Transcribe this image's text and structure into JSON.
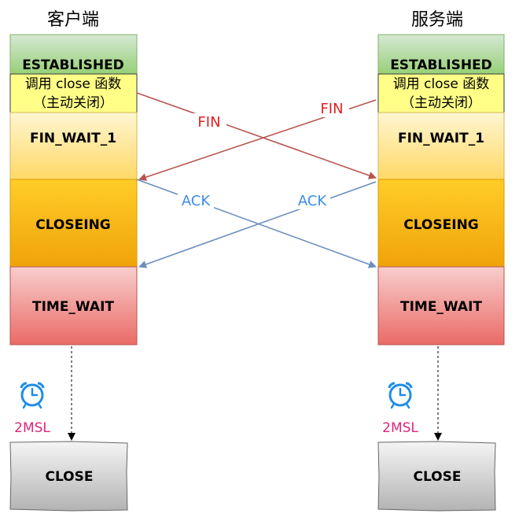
{
  "headers": {
    "client": "客户端",
    "server": "服务端"
  },
  "client": {
    "established": "ESTABLISHED",
    "call_close_line1": "调用 close 函数",
    "call_close_line2": "（主动关闭）",
    "fin_wait_1": "FIN_WAIT_1",
    "closing": "CLOSEING",
    "time_wait": "TIME_WAIT",
    "timer": "2MSL",
    "close": "CLOSE"
  },
  "server": {
    "established": "ESTABLISHED",
    "call_close_line1": "调用 close 函数",
    "call_close_line2": "（主动关闭）",
    "fin_wait_1": "FIN_WAIT_1",
    "closing": "CLOSEING",
    "time_wait": "TIME_WAIT",
    "timer": "2MSL",
    "close": "CLOSE"
  },
  "messages": {
    "fin_client_to_server": "FIN",
    "fin_server_to_client": "FIN",
    "ack_client_to_server": "ACK",
    "ack_server_to_client": "ACK"
  },
  "icons": {
    "timer_icon": "alarm-clock-icon"
  },
  "colors": {
    "fin_arrow": "#b85450",
    "ack_arrow": "#6c8ebf",
    "fin_label": "#e01f1f",
    "ack_label": "#3c8ee6",
    "timer_label": "#e0257b",
    "clock_icon": "#1f8ee6"
  }
}
